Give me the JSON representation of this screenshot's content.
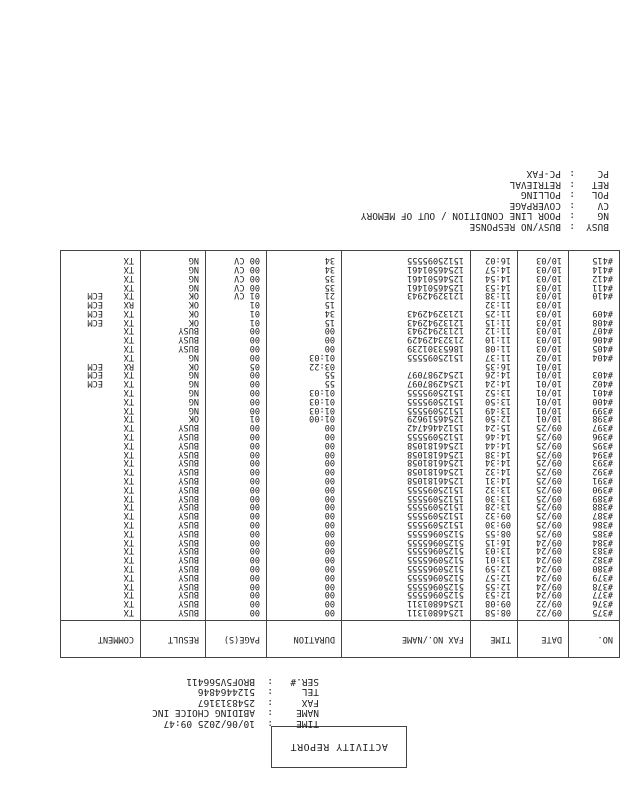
{
  "report": {
    "title": "ACTIVITY REPORT",
    "header": [
      {
        "key": "TIME",
        "value": "10/06/2025 09:47"
      },
      {
        "key": "NAME",
        "value": "ABIDING CHOICE INC"
      },
      {
        "key": "FAX",
        "value": "2548313167"
      },
      {
        "key": "TEL",
        "value": "5124464846"
      },
      {
        "key": "SER.#",
        "value": "BROF5V566411"
      }
    ],
    "columns": [
      "NO.",
      "DATE",
      "TIME",
      "FAX NO./NAME",
      "DURATION",
      "PAGE(S)",
      "RESULT",
      "COMMENT"
    ],
    "rows": [
      {
        "no": "#375",
        "date": "09/22",
        "time": "08:58",
        "fax": "12546801311",
        "duration": "00",
        "pages": "00",
        "result": "BUSY",
        "comment": "TX"
      },
      {
        "no": "#376",
        "date": "09/22",
        "time": "09:08",
        "fax": "12546801311",
        "duration": "00",
        "pages": "00",
        "result": "BUSY",
        "comment": "TX"
      },
      {
        "no": "#377",
        "date": "09/24",
        "time": "12:53",
        "fax": "51250965555",
        "duration": "00",
        "pages": "00",
        "result": "BUSY",
        "comment": "TX"
      },
      {
        "no": "#378",
        "date": "09/24",
        "time": "12:55",
        "fax": "51250965555",
        "duration": "00",
        "pages": "00",
        "result": "BUSY",
        "comment": "TX"
      },
      {
        "no": "#379",
        "date": "09/24",
        "time": "12:57",
        "fax": "51250965555",
        "duration": "00",
        "pages": "00",
        "result": "BUSY",
        "comment": "TX"
      },
      {
        "no": "#380",
        "date": "09/24",
        "time": "12:59",
        "fax": "51250965555",
        "duration": "00",
        "pages": "00",
        "result": "BUSY",
        "comment": "TX"
      },
      {
        "no": "#382",
        "date": "09/24",
        "time": "13:01",
        "fax": "51250965555",
        "duration": "00",
        "pages": "00",
        "result": "BUSY",
        "comment": "TX"
      },
      {
        "no": "#383",
        "date": "09/24",
        "time": "13:03",
        "fax": "51250965555",
        "duration": "00",
        "pages": "00",
        "result": "BUSY",
        "comment": "TX"
      },
      {
        "no": "#384",
        "date": "09/24",
        "time": "16:15",
        "fax": "51250965555",
        "duration": "00",
        "pages": "00",
        "result": "BUSY",
        "comment": "TX"
      },
      {
        "no": "#385",
        "date": "09/25",
        "time": "08:55",
        "fax": "51250965555",
        "duration": "00",
        "pages": "00",
        "result": "BUSY",
        "comment": "TX"
      },
      {
        "no": "#386",
        "date": "09/25",
        "time": "09:30",
        "fax": "15125095555",
        "duration": "00",
        "pages": "00",
        "result": "BUSY",
        "comment": "TX"
      },
      {
        "no": "#387",
        "date": "09/25",
        "time": "09:32",
        "fax": "15125095555",
        "duration": "00",
        "pages": "00",
        "result": "BUSY",
        "comment": "TX"
      },
      {
        "no": "#388",
        "date": "09/25",
        "time": "13:28",
        "fax": "15125095555",
        "duration": "00",
        "pages": "00",
        "result": "BUSY",
        "comment": "TX"
      },
      {
        "no": "#389",
        "date": "09/25",
        "time": "13:30",
        "fax": "15125095555",
        "duration": "00",
        "pages": "00",
        "result": "BUSY",
        "comment": "TX"
      },
      {
        "no": "#390",
        "date": "09/25",
        "time": "13:32",
        "fax": "15125095555",
        "duration": "00",
        "pages": "00",
        "result": "BUSY",
        "comment": "TX"
      },
      {
        "no": "#391",
        "date": "09/25",
        "time": "14:31",
        "fax": "12546181058",
        "duration": "00",
        "pages": "00",
        "result": "BUSY",
        "comment": "TX"
      },
      {
        "no": "#392",
        "date": "09/25",
        "time": "14:32",
        "fax": "12546181058",
        "duration": "00",
        "pages": "00",
        "result": "BUSY",
        "comment": "TX"
      },
      {
        "no": "#393",
        "date": "09/25",
        "time": "14:34",
        "fax": "12546181058",
        "duration": "00",
        "pages": "00",
        "result": "BUSY",
        "comment": "TX"
      },
      {
        "no": "#394",
        "date": "09/25",
        "time": "14:38",
        "fax": "12546181058",
        "duration": "00",
        "pages": "00",
        "result": "BUSY",
        "comment": "TX"
      },
      {
        "no": "#395",
        "date": "09/25",
        "time": "14:44",
        "fax": "12546181058",
        "duration": "00",
        "pages": "00",
        "result": "BUSY",
        "comment": "TX"
      },
      {
        "no": "#396",
        "date": "09/25",
        "time": "14:46",
        "fax": "15125095555",
        "duration": "00",
        "pages": "00",
        "result": "BUSY",
        "comment": "TX"
      },
      {
        "no": "#397",
        "date": "09/25",
        "time": "15:24",
        "fax": "15124464742",
        "duration": "00",
        "pages": "00",
        "result": "BUSY",
        "comment": "TX"
      },
      {
        "no": "#398",
        "date": "10/01",
        "time": "12:50",
        "fax": "12546519629",
        "duration": "01:00",
        "pages": "01",
        "result": "OK",
        "comment": "TX"
      },
      {
        "no": "#399",
        "date": "10/01",
        "time": "13:49",
        "fax": "15125095555",
        "duration": "01:03",
        "pages": "00",
        "result": "NG",
        "comment": "TX"
      },
      {
        "no": "#400",
        "date": "10/01",
        "time": "13:50",
        "fax": "15125095555",
        "duration": "01:03",
        "pages": "00",
        "result": "NG",
        "comment": "TX"
      },
      {
        "no": "#401",
        "date": "10/01",
        "time": "13:52",
        "fax": "15125095555",
        "duration": "01:03",
        "pages": "00",
        "result": "NG",
        "comment": "TX"
      },
      {
        "no": "#402",
        "date": "10/01",
        "time": "14:24",
        "fax": "12542987097",
        "duration": "55",
        "pages": "00",
        "result": "NG",
        "comment": "TX    ECM"
      },
      {
        "no": "#403",
        "date": "10/01",
        "time": "14:26",
        "fax": "12542987097",
        "duration": "55",
        "pages": "00",
        "result": "NG",
        "comment": "TX    ECM"
      },
      {
        "no": "",
        "date": "10/01",
        "time": "16:35",
        "fax": "",
        "duration": "03:22",
        "pages": "05",
        "result": "OK",
        "comment": "RX    ECM"
      },
      {
        "no": "#404",
        "date": "10/02",
        "time": "11:37",
        "fax": "15125095555",
        "duration": "01:03",
        "pages": "00",
        "result": "NG",
        "comment": "TX"
      },
      {
        "no": "#405",
        "date": "10/03",
        "time": "11:08",
        "fax": "18653301239",
        "duration": "00",
        "pages": "00",
        "result": "BUSY",
        "comment": "TX"
      },
      {
        "no": "#406",
        "date": "10/03",
        "time": "11:10",
        "fax": "21323429429",
        "duration": "00",
        "pages": "00",
        "result": "BUSY",
        "comment": "TX"
      },
      {
        "no": "#407",
        "date": "10/03",
        "time": "11:12",
        "fax": "12132942943",
        "duration": "00",
        "pages": "00",
        "result": "BUSY",
        "comment": "TX"
      },
      {
        "no": "#408",
        "date": "10/03",
        "time": "11:15",
        "fax": "12132942943",
        "duration": "15",
        "pages": "01",
        "result": "OK",
        "comment": "TX    ECM"
      },
      {
        "no": "#409",
        "date": "10/03",
        "time": "11:25",
        "fax": "12132942943",
        "duration": "34",
        "pages": "01",
        "result": "OK",
        "comment": "TX    ECM"
      },
      {
        "no": "",
        "date": "10/03",
        "time": "11:32",
        "fax": "",
        "duration": "15",
        "pages": "01",
        "result": "OK",
        "comment": "RX    ECM"
      },
      {
        "no": "#410",
        "date": "10/03",
        "time": "11:38",
        "fax": "12132942943",
        "duration": "21",
        "pages": "01 CV",
        "result": "OK",
        "comment": "TX    ECM"
      },
      {
        "no": "#411",
        "date": "10/03",
        "time": "14:53",
        "fax": "12546501461",
        "duration": "35",
        "pages": "00 CV",
        "result": "NG",
        "comment": "TX"
      },
      {
        "no": "#412",
        "date": "10/03",
        "time": "14:54",
        "fax": "12546501461",
        "duration": "35",
        "pages": "00 CV",
        "result": "NG",
        "comment": "TX"
      },
      {
        "no": "#414",
        "date": "10/03",
        "time": "14:57",
        "fax": "12546501461",
        "duration": "34",
        "pages": "00 CV",
        "result": "NG",
        "comment": "TX"
      },
      {
        "no": "#415",
        "date": "10/03",
        "time": "16:02",
        "fax": "15125095555",
        "duration": "34",
        "pages": "00 CV",
        "result": "NG",
        "comment": "TX"
      }
    ],
    "legend": [
      {
        "key": "BUSY",
        "sep": ":",
        "value": "BUSY/NO RESPONSE"
      },
      {
        "key": "NG",
        "sep": ":",
        "value": "POOR LINE CONDITION / OUT OF MEMORY"
      },
      {
        "key": "CV",
        "sep": ":",
        "value": "COVERPAGE"
      },
      {
        "key": "POL",
        "sep": ":",
        "value": "POLLING"
      },
      {
        "key": "RET",
        "sep": ":",
        "value": "RETRIEVAL"
      },
      {
        "key": "PC",
        "sep": ":",
        "value": "PC-FAX"
      }
    ]
  }
}
